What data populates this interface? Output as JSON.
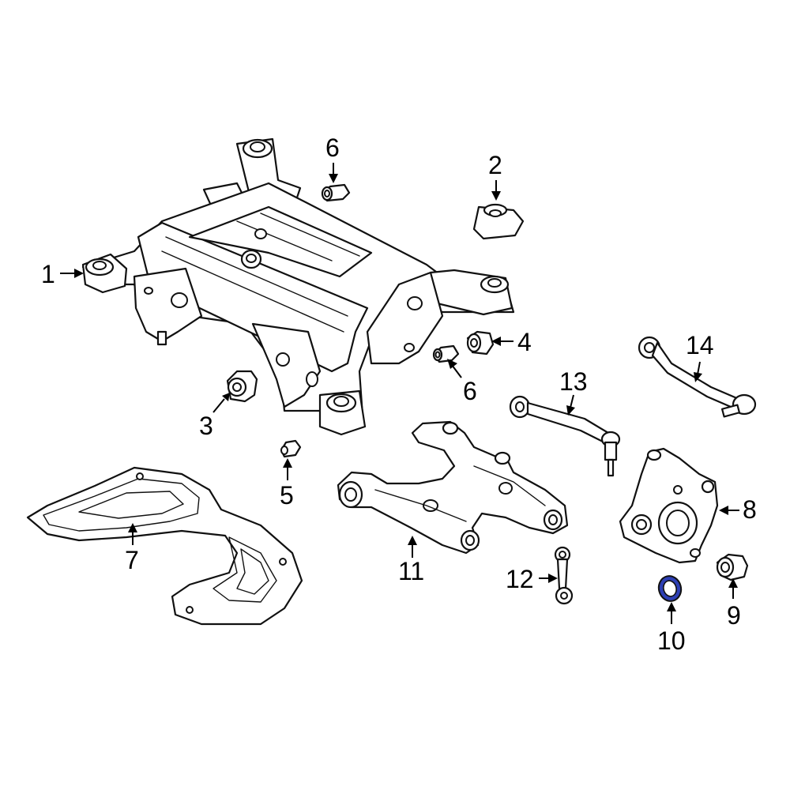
{
  "callouts": [
    {
      "id": "1",
      "label": "1"
    },
    {
      "id": "2",
      "label": "2"
    },
    {
      "id": "3",
      "label": "3"
    },
    {
      "id": "4",
      "label": "4"
    },
    {
      "id": "5",
      "label": "5"
    },
    {
      "id": "6a",
      "label": "6"
    },
    {
      "id": "6b",
      "label": "6"
    },
    {
      "id": "7",
      "label": "7"
    },
    {
      "id": "8",
      "label": "8"
    },
    {
      "id": "9",
      "label": "9"
    },
    {
      "id": "10",
      "label": "10"
    },
    {
      "id": "11",
      "label": "11"
    },
    {
      "id": "12",
      "label": "12"
    },
    {
      "id": "13",
      "label": "13"
    },
    {
      "id": "14",
      "label": "14"
    }
  ],
  "colors": {
    "line": "#111111",
    "background": "#ffffff",
    "highlight": "#2d3fb4"
  }
}
